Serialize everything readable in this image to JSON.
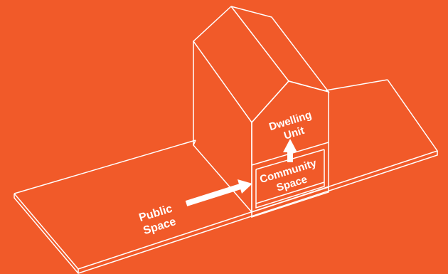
{
  "colors": {
    "background": "#F15A29",
    "line": "#FFFFFF"
  },
  "labels": {
    "dwelling_unit": [
      "Dwelling",
      "Unit"
    ],
    "community_space": [
      "Community",
      "Space"
    ],
    "public_space": [
      "Public",
      "Space"
    ]
  },
  "arrows": [
    {
      "from": "public-space",
      "to": "community-space"
    },
    {
      "from": "community-space",
      "to": "dwelling-unit"
    }
  ]
}
